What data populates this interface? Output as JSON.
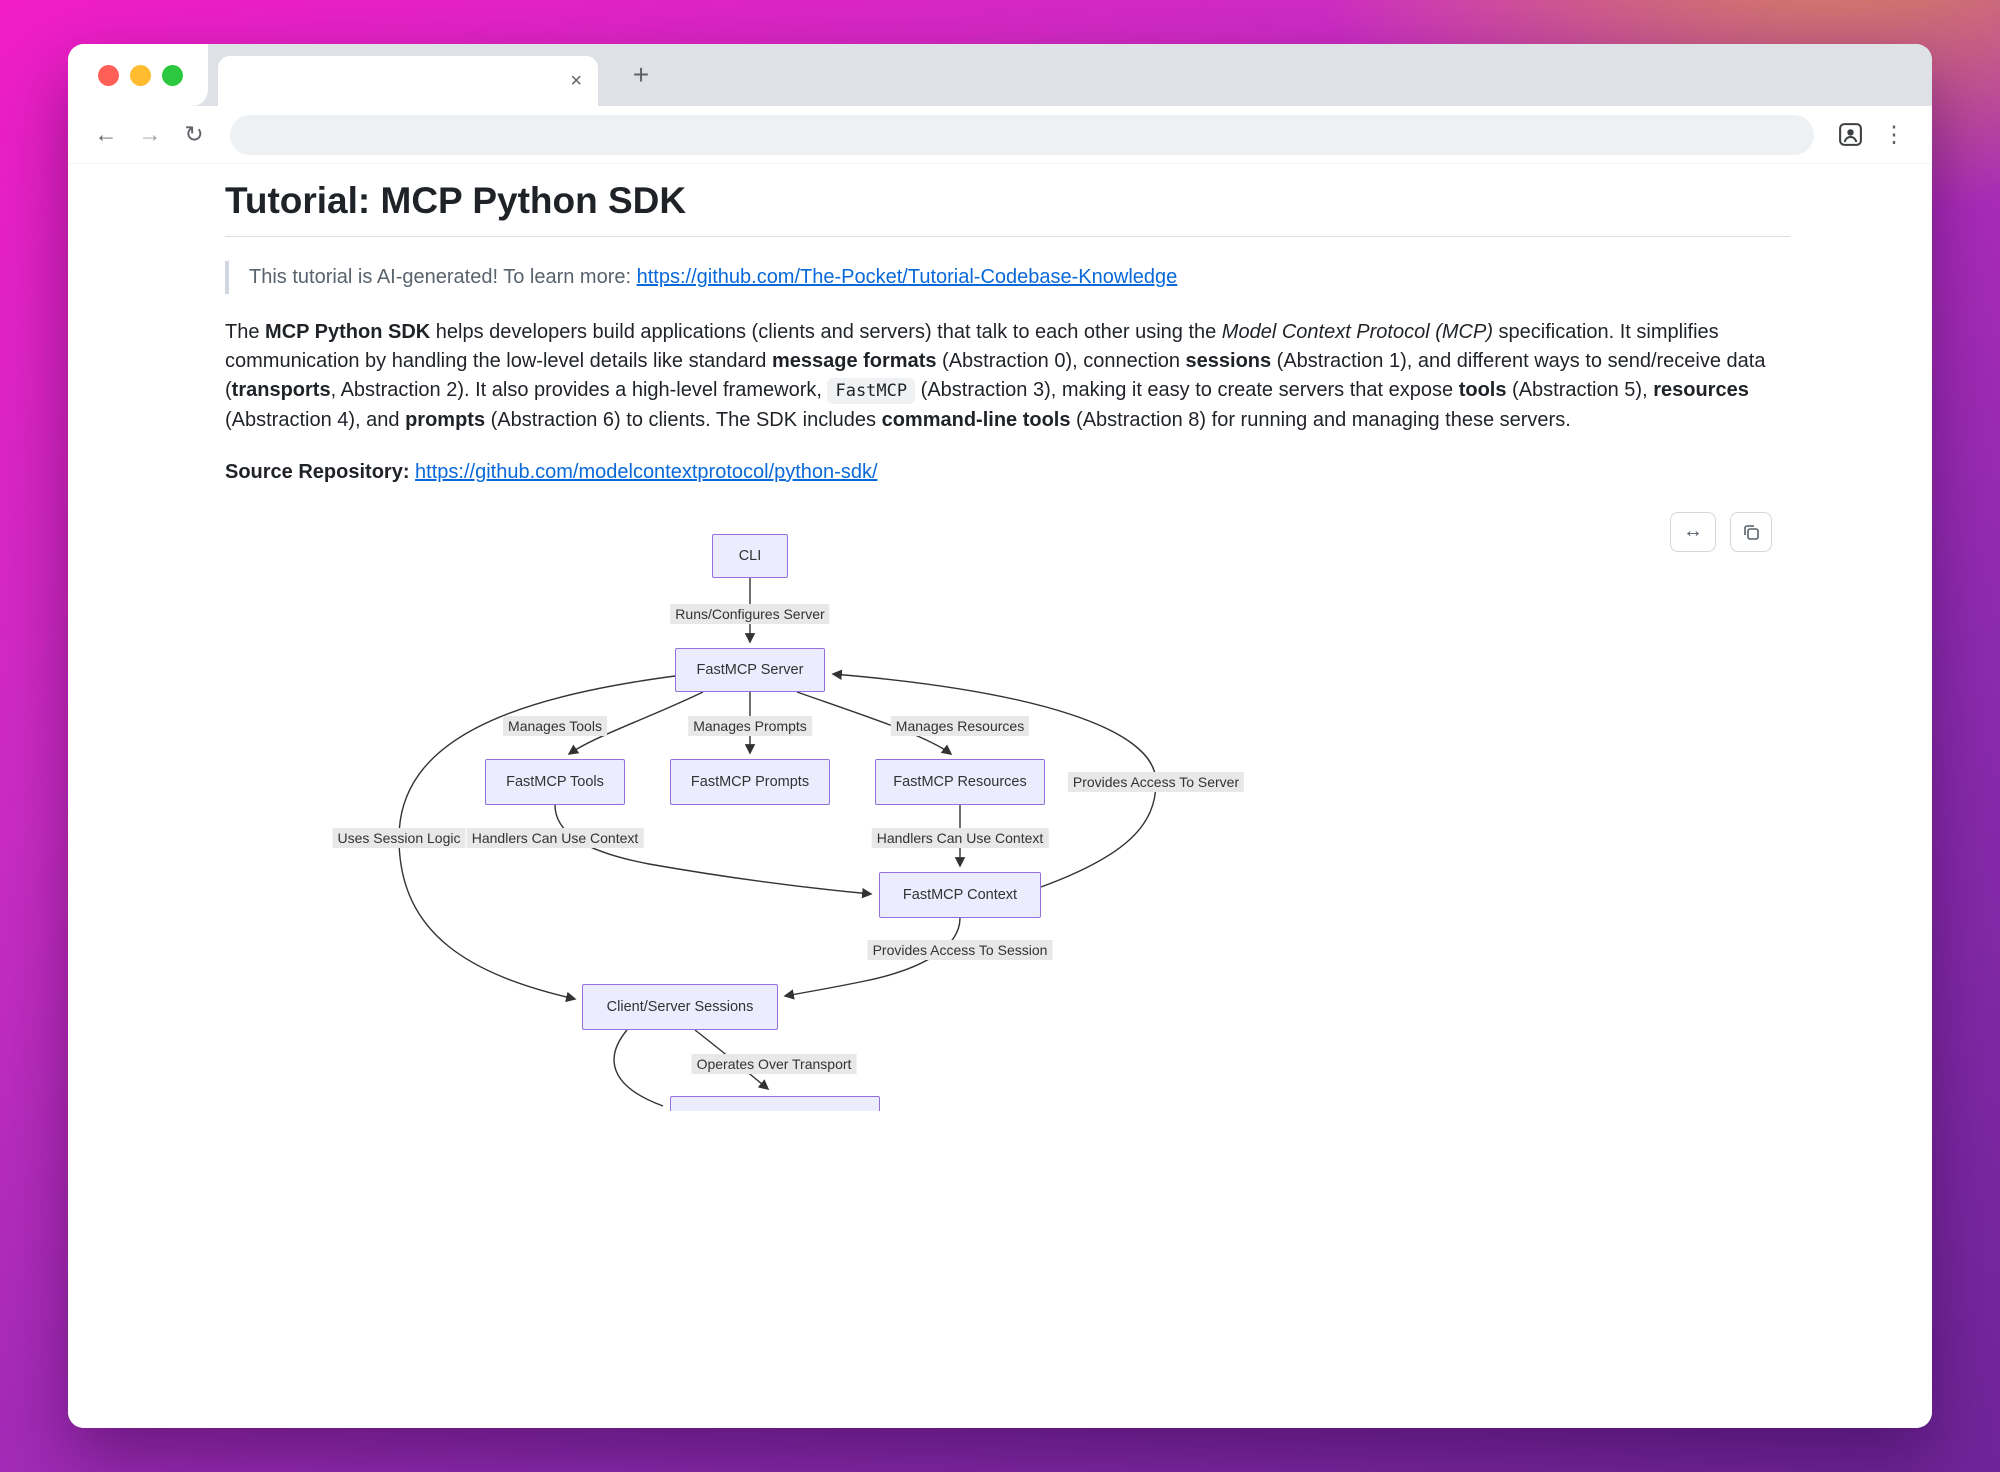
{
  "theme": {
    "link_blue": "#0969da",
    "node_fill": "#ECECFF",
    "node_border": "#9370DB",
    "edge_label_bg": "#e8e8e8",
    "edge_line": "#333333",
    "traffic_red": "#ff5f57",
    "traffic_yellow": "#febc2e",
    "traffic_green": "#2bc840"
  },
  "browser": {
    "icons": {
      "close": "×",
      "plus": "+",
      "back": "←",
      "forward": "→",
      "reload": "↻",
      "menu": "⋮",
      "expand": "↔"
    },
    "address_value": "",
    "address_placeholder": ""
  },
  "page": {
    "title": "Tutorial: MCP Python SDK",
    "note_prefix": "This tutorial is AI-generated! To learn more: ",
    "note_link": "https://github.com/The-Pocket/Tutorial-Codebase-Knowledge",
    "intro": [
      "The ",
      "MCP Python SDK",
      " helps developers build applications (clients and servers) that talk to each other using the ",
      "Model Context Protocol (MCP)",
      " specification. It simplifies communication by handling the low-level details like standard ",
      "message formats",
      " (Abstraction 0), connection ",
      "sessions",
      " (Abstraction 1), and different ways to send/receive data (",
      "transports",
      ", Abstraction 2). It also provides a high-level framework, ",
      "FastMCP",
      " (Abstraction 3), making it easy to create servers that expose ",
      "tools",
      " (Abstraction 5), ",
      "resources",
      " (Abstraction 4), and ",
      "prompts",
      " (Abstraction 6) to clients. The SDK includes ",
      "command-line tools",
      " (Abstraction 8) for running and managing these servers."
    ],
    "source_label": "Source Repository:",
    "source_link": "https://github.com/modelcontextprotocol/python-sdk/"
  },
  "diagram": {
    "nodes": {
      "cli": "CLI",
      "server": "FastMCP Server",
      "tools": "FastMCP Tools",
      "prompts": "FastMCP Prompts",
      "resources": "FastMCP Resources",
      "context": "FastMCP Context",
      "sessions": "Client/Server Sessions"
    },
    "edge_labels": {
      "runs": "Runs/Configures Server",
      "manages_tools": "Manages Tools",
      "manages_prompts": "Manages Prompts",
      "manages_resources": "Manages Resources",
      "provides_server": "Provides Access To Server",
      "uses_session": "Uses Session Logic",
      "handlers_left": "Handlers Can Use Context",
      "handlers_right": "Handlers Can Use Context",
      "provides_session": "Provides Access To Session",
      "operates": "Operates Over Transport"
    }
  }
}
